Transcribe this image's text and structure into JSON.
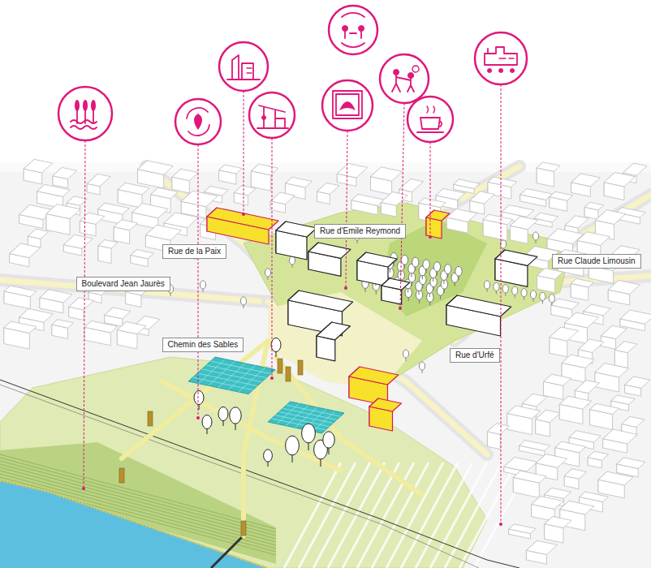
{
  "diagram": {
    "nodes": [
      {
        "text": [
          "Rue d'Emile Reymond"
        ]
      },
      {
        "text": [
          "Rue de la Paix"
        ]
      },
      {
        "text": [
          "Rue Claude Limousin"
        ]
      },
      {
        "text": [
          "Boulevard Jean Jaurès"
        ]
      },
      {
        "text": [
          "Chemin des Sables"
        ]
      },
      {
        "text": [
          "Rue d'Urfé"
        ]
      }
    ]
  }
}
